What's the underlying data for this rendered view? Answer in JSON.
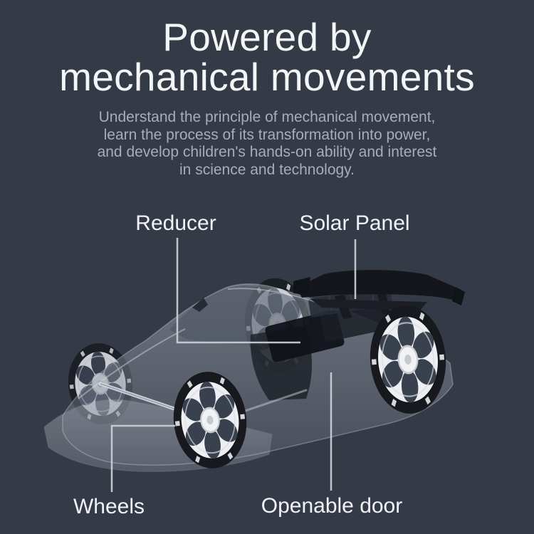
{
  "page": {
    "background_color": "#353b46"
  },
  "hero": {
    "title_lines": [
      "Powered by",
      "mechanical movements"
    ],
    "subtitle_lines": [
      "Understand the principle of mechanical movement,",
      "learn the process of its transformation into power,",
      "and develop children's hands-on ability and interest",
      "in science and technology."
    ]
  },
  "diagram": {
    "illustration": "transparent-solar-toy-race-car",
    "labels": {
      "reducer": "Reducer",
      "solar_panel": "Solar Panel",
      "wheels": "Wheels",
      "openable_door": "Openable door"
    },
    "colors": {
      "title_text": "#f3f5f7",
      "subtitle_text": "#a7adb8",
      "label_text": "#f0f2f5",
      "leader_line": "#c9cdd3",
      "car_body": "#9aa2b0",
      "tire": "#17191e",
      "rim": "#edeff2",
      "spoiler": "#14161b"
    }
  }
}
